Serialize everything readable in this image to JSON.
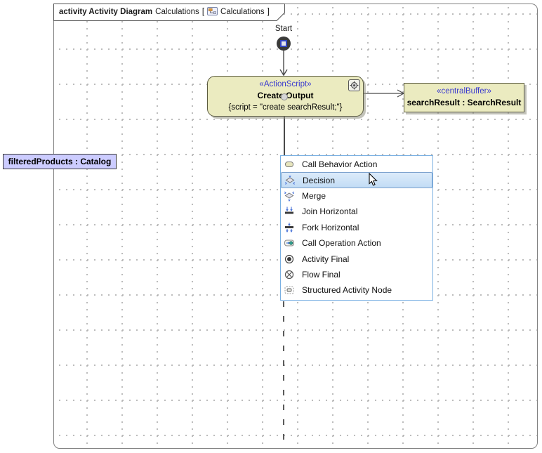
{
  "frame": {
    "keyword": "activity Activity Diagram",
    "diagram_name": "Calculations",
    "bracket_open": "[",
    "diagram_ref": "Calculations",
    "bracket_close": "]"
  },
  "nodes": {
    "start_label": "Start",
    "action": {
      "stereotype": "«ActionScript»",
      "name": "Create Output",
      "script": "{script = \"create searchResult;\"}"
    },
    "buffer": {
      "stereotype": "«centralBuffer»",
      "name": "searchResult : SearchResult"
    },
    "flow_label": "filteredProducts : Catalog"
  },
  "context_menu": {
    "items": [
      {
        "label": "Call Behavior Action",
        "icon": "call-behavior-action-icon"
      },
      {
        "label": "Decision",
        "icon": "decision-icon",
        "highlighted": true
      },
      {
        "label": "Merge",
        "icon": "merge-icon"
      },
      {
        "label": "Join Horizontal",
        "icon": "join-horizontal-icon"
      },
      {
        "label": "Fork Horizontal",
        "icon": "fork-horizontal-icon"
      },
      {
        "label": "Call Operation Action",
        "icon": "call-operation-action-icon"
      },
      {
        "label": "Activity Final",
        "icon": "activity-final-icon"
      },
      {
        "label": "Flow Final",
        "icon": "flow-final-icon"
      },
      {
        "label": "Structured Activity Node",
        "icon": "structured-activity-node-icon"
      }
    ]
  },
  "colors": {
    "node_fill": "#ebebc0",
    "node_border": "#5b5b40",
    "stereotype_text": "#3939cf",
    "selected_label_fill": "#ccccff",
    "menu_border": "#7ab0e2",
    "menu_highlight_fill": "#cde3f8",
    "menu_highlight_border": "#7da2ce",
    "grid_dot": "#b5b5b5",
    "edge": "#4a4a4a"
  }
}
